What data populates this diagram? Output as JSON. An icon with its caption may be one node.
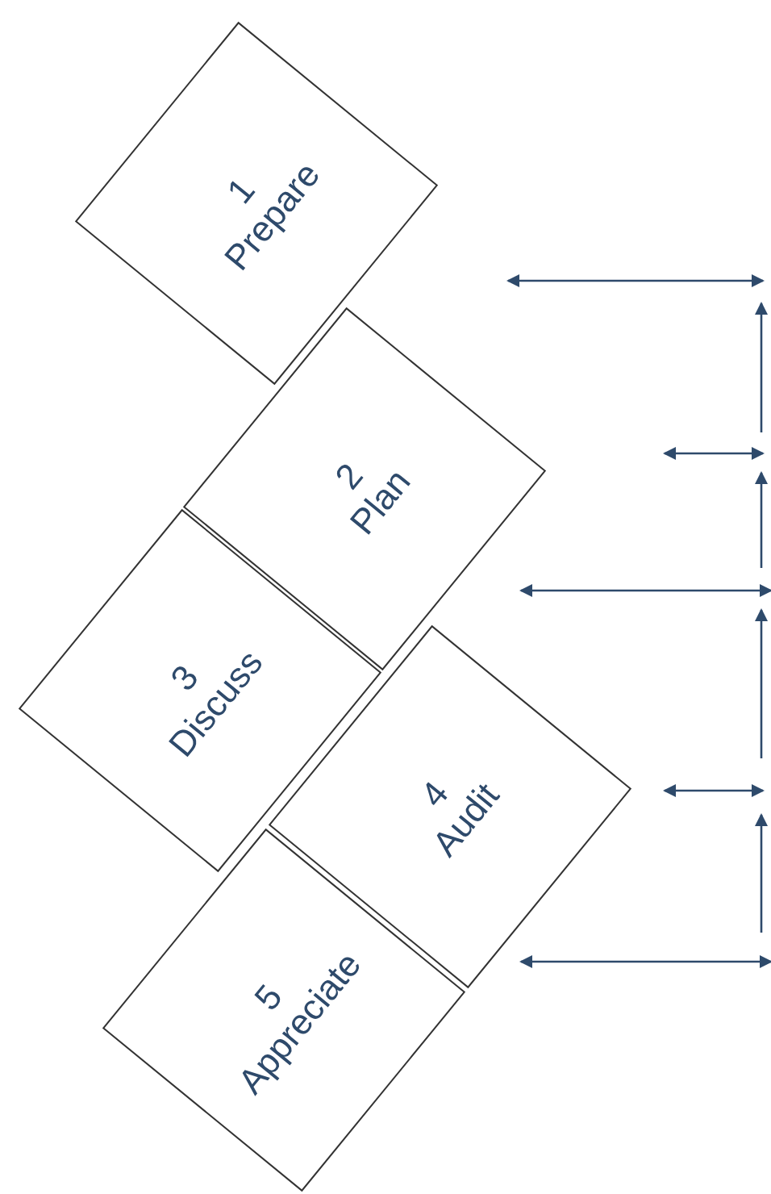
{
  "diagram": {
    "nodes": [
      {
        "text": [
          "1",
          "Prepare"
        ]
      },
      {
        "text": [
          "2",
          "Plan"
        ]
      },
      {
        "text": [
          "3",
          "Discuss"
        ]
      },
      {
        "text": [
          "4",
          "Audit"
        ]
      },
      {
        "text": [
          "5",
          "Appreciate"
        ]
      }
    ]
  }
}
